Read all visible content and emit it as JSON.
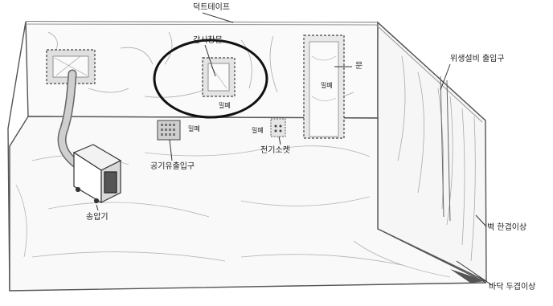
{
  "labels": {
    "duct_tape": "덕트테이프",
    "viewing_window": "감시창문",
    "sealed_window": "밀폐",
    "door": "문",
    "sealed_door": "밀폐",
    "hygiene_exit": "위생설비 출입구",
    "sealed_vent": "밀폐",
    "air_inlet": "공기유출입구",
    "sealed_outlet": "밀폐",
    "electric_socket": "전기소켓",
    "blower": "송압기",
    "wall_layer": "벽 한겹이상",
    "floor_layer": "바닥 두겹이상"
  },
  "colors": {
    "line": "#333333",
    "sheet_fill": "#f7f7f7",
    "frame_fill": "#cfcfcf",
    "highlight_circle": "#111111"
  }
}
